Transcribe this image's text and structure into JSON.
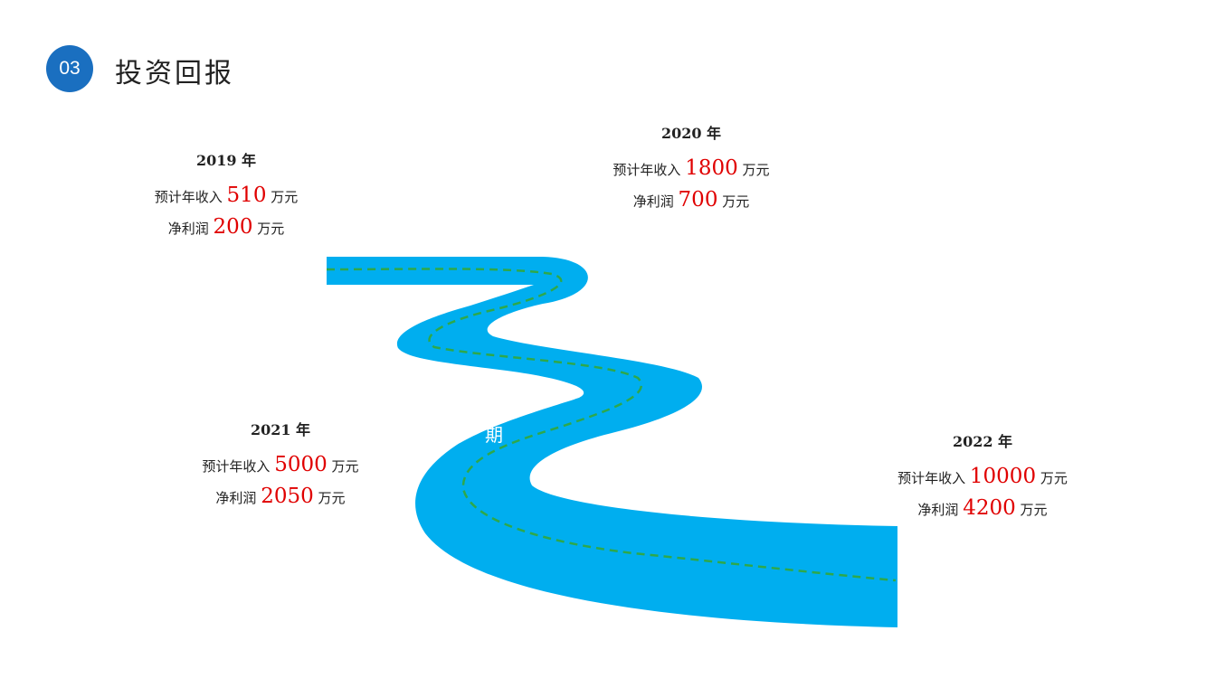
{
  "header": {
    "badge": "03",
    "title": "投资回报"
  },
  "colors": {
    "road": "#00aeef",
    "dash": "#2ea84a",
    "badge": "#1a6fc0",
    "highlight": "#e00000"
  },
  "milestones": [
    {
      "year": "2019 年",
      "revenue_prefix": "预计年收入",
      "revenue": "510",
      "revenue_unit": "万元",
      "profit_prefix": "净利润",
      "profit": "200",
      "profit_unit": "万元"
    },
    {
      "year": "2020 年",
      "revenue_prefix": "预计年收入",
      "revenue": "1800",
      "revenue_unit": "万元",
      "profit_prefix": "净利润",
      "profit": "700",
      "profit_unit": "万元"
    },
    {
      "year": "2021 年",
      "revenue_prefix": "预计年收入",
      "revenue": "5000",
      "revenue_unit": "万元",
      "profit_prefix": "净利润",
      "profit": "2050",
      "profit_unit": "万元"
    },
    {
      "year": "2022 年",
      "revenue_prefix": "预计年收入",
      "revenue": "10000",
      "revenue_unit": "万元",
      "profit_prefix": "净利润",
      "profit": "4200",
      "profit_unit": "万元"
    }
  ],
  "road_text": "期"
}
